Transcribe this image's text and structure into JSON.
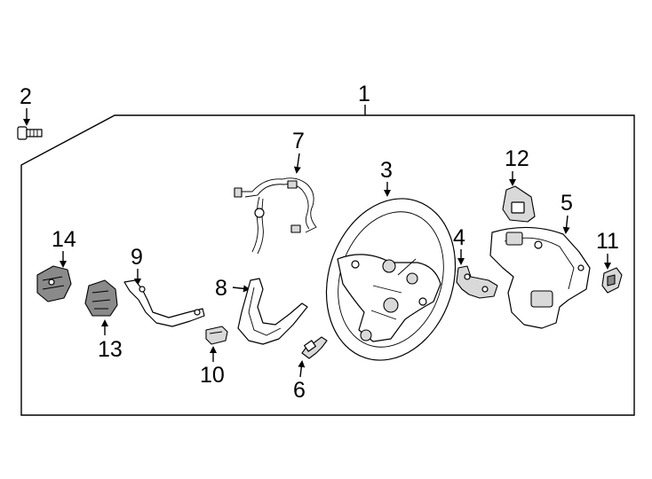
{
  "callouts": {
    "c1": "1",
    "c2": "2",
    "c3": "3",
    "c4": "4",
    "c5": "5",
    "c6": "6",
    "c7": "7",
    "c8": "8",
    "c9": "9",
    "c10": "10",
    "c11": "11",
    "c12": "12",
    "c13": "13",
    "c14": "14"
  },
  "parts": [
    {
      "callout": "1",
      "icon": "steering-wheel-assembly-frame-icon"
    },
    {
      "callout": "2",
      "icon": "bolt-icon"
    },
    {
      "callout": "3",
      "icon": "steering-wheel-icon"
    },
    {
      "callout": "4",
      "icon": "bracket-icon"
    },
    {
      "callout": "5",
      "icon": "lower-cover-icon"
    },
    {
      "callout": "6",
      "icon": "connector-icon"
    },
    {
      "callout": "7",
      "icon": "wire-harness-icon"
    },
    {
      "callout": "8",
      "icon": "trim-cover-icon"
    },
    {
      "callout": "9",
      "icon": "switch-bracket-icon"
    },
    {
      "callout": "10",
      "icon": "clip-icon"
    },
    {
      "callout": "11",
      "icon": "side-switch-icon"
    },
    {
      "callout": "12",
      "icon": "badge-plate-icon"
    },
    {
      "callout": "13",
      "icon": "right-switch-icon"
    },
    {
      "callout": "14",
      "icon": "left-switch-icon"
    }
  ],
  "colors": {
    "line": "#000000",
    "fill": "#ffffff",
    "shade": "#d9d9d9",
    "dark": "#8a8a8a"
  }
}
